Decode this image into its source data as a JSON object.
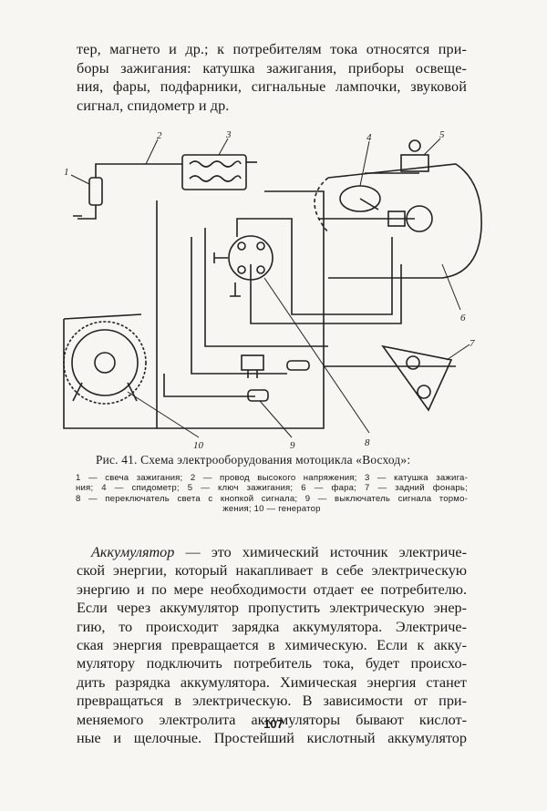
{
  "top_lines": [
    "тер, магнето и др.; к потребителям тока относятся при-",
    "боры зажигания: катушка зажигания, приборы освеще-",
    "ния, фары, подфарники, сигнальные лампочки, звуковой",
    "сигнал, спидометр и др."
  ],
  "figure": {
    "callouts": [
      "1",
      "2",
      "3",
      "4",
      "5",
      "6",
      "7",
      "8",
      "9",
      "10"
    ]
  },
  "caption": {
    "title": "Рис. 41. Схема электрооборудования мотоцикла «Восход»:",
    "legend_lines": [
      "1 — свеча зажигания; 2 — провод высокого напряжения; 3 — катушка зажига-",
      "ния; 4 — спидометр; 5 — ключ зажигания; 6 — фара; 7 — задний фонарь;",
      "8 — переключатель света с кнопкой сигнала; 9 — выключатель сигнала тормо-",
      "жения; 10 — генератор"
    ]
  },
  "body": {
    "first_word": "Аккумулятор",
    "first_line_rest": " — это химический источник электриче-",
    "lines": [
      "ской энергии, который накапливает в себе электрическую",
      "энергию и по мере необходимости отдает ее потребителю.",
      "Если через аккумулятор пропустить электрическую энер-",
      "гию, то происходит зарядка аккумулятора. Электриче-",
      "ская энергия превращается в химическую. Если к акку-",
      "мулятору подключить потребитель тока, будет происхо-",
      "дить разрядка аккумулятора. Химическая энергия станет",
      "превращаться в электрическую. В зависимости от при-",
      "меняемого электролита аккумуляторы бывают кислот-",
      "ные и щелочные. Простейший кислотный аккумулятор"
    ]
  },
  "page_number": "107"
}
